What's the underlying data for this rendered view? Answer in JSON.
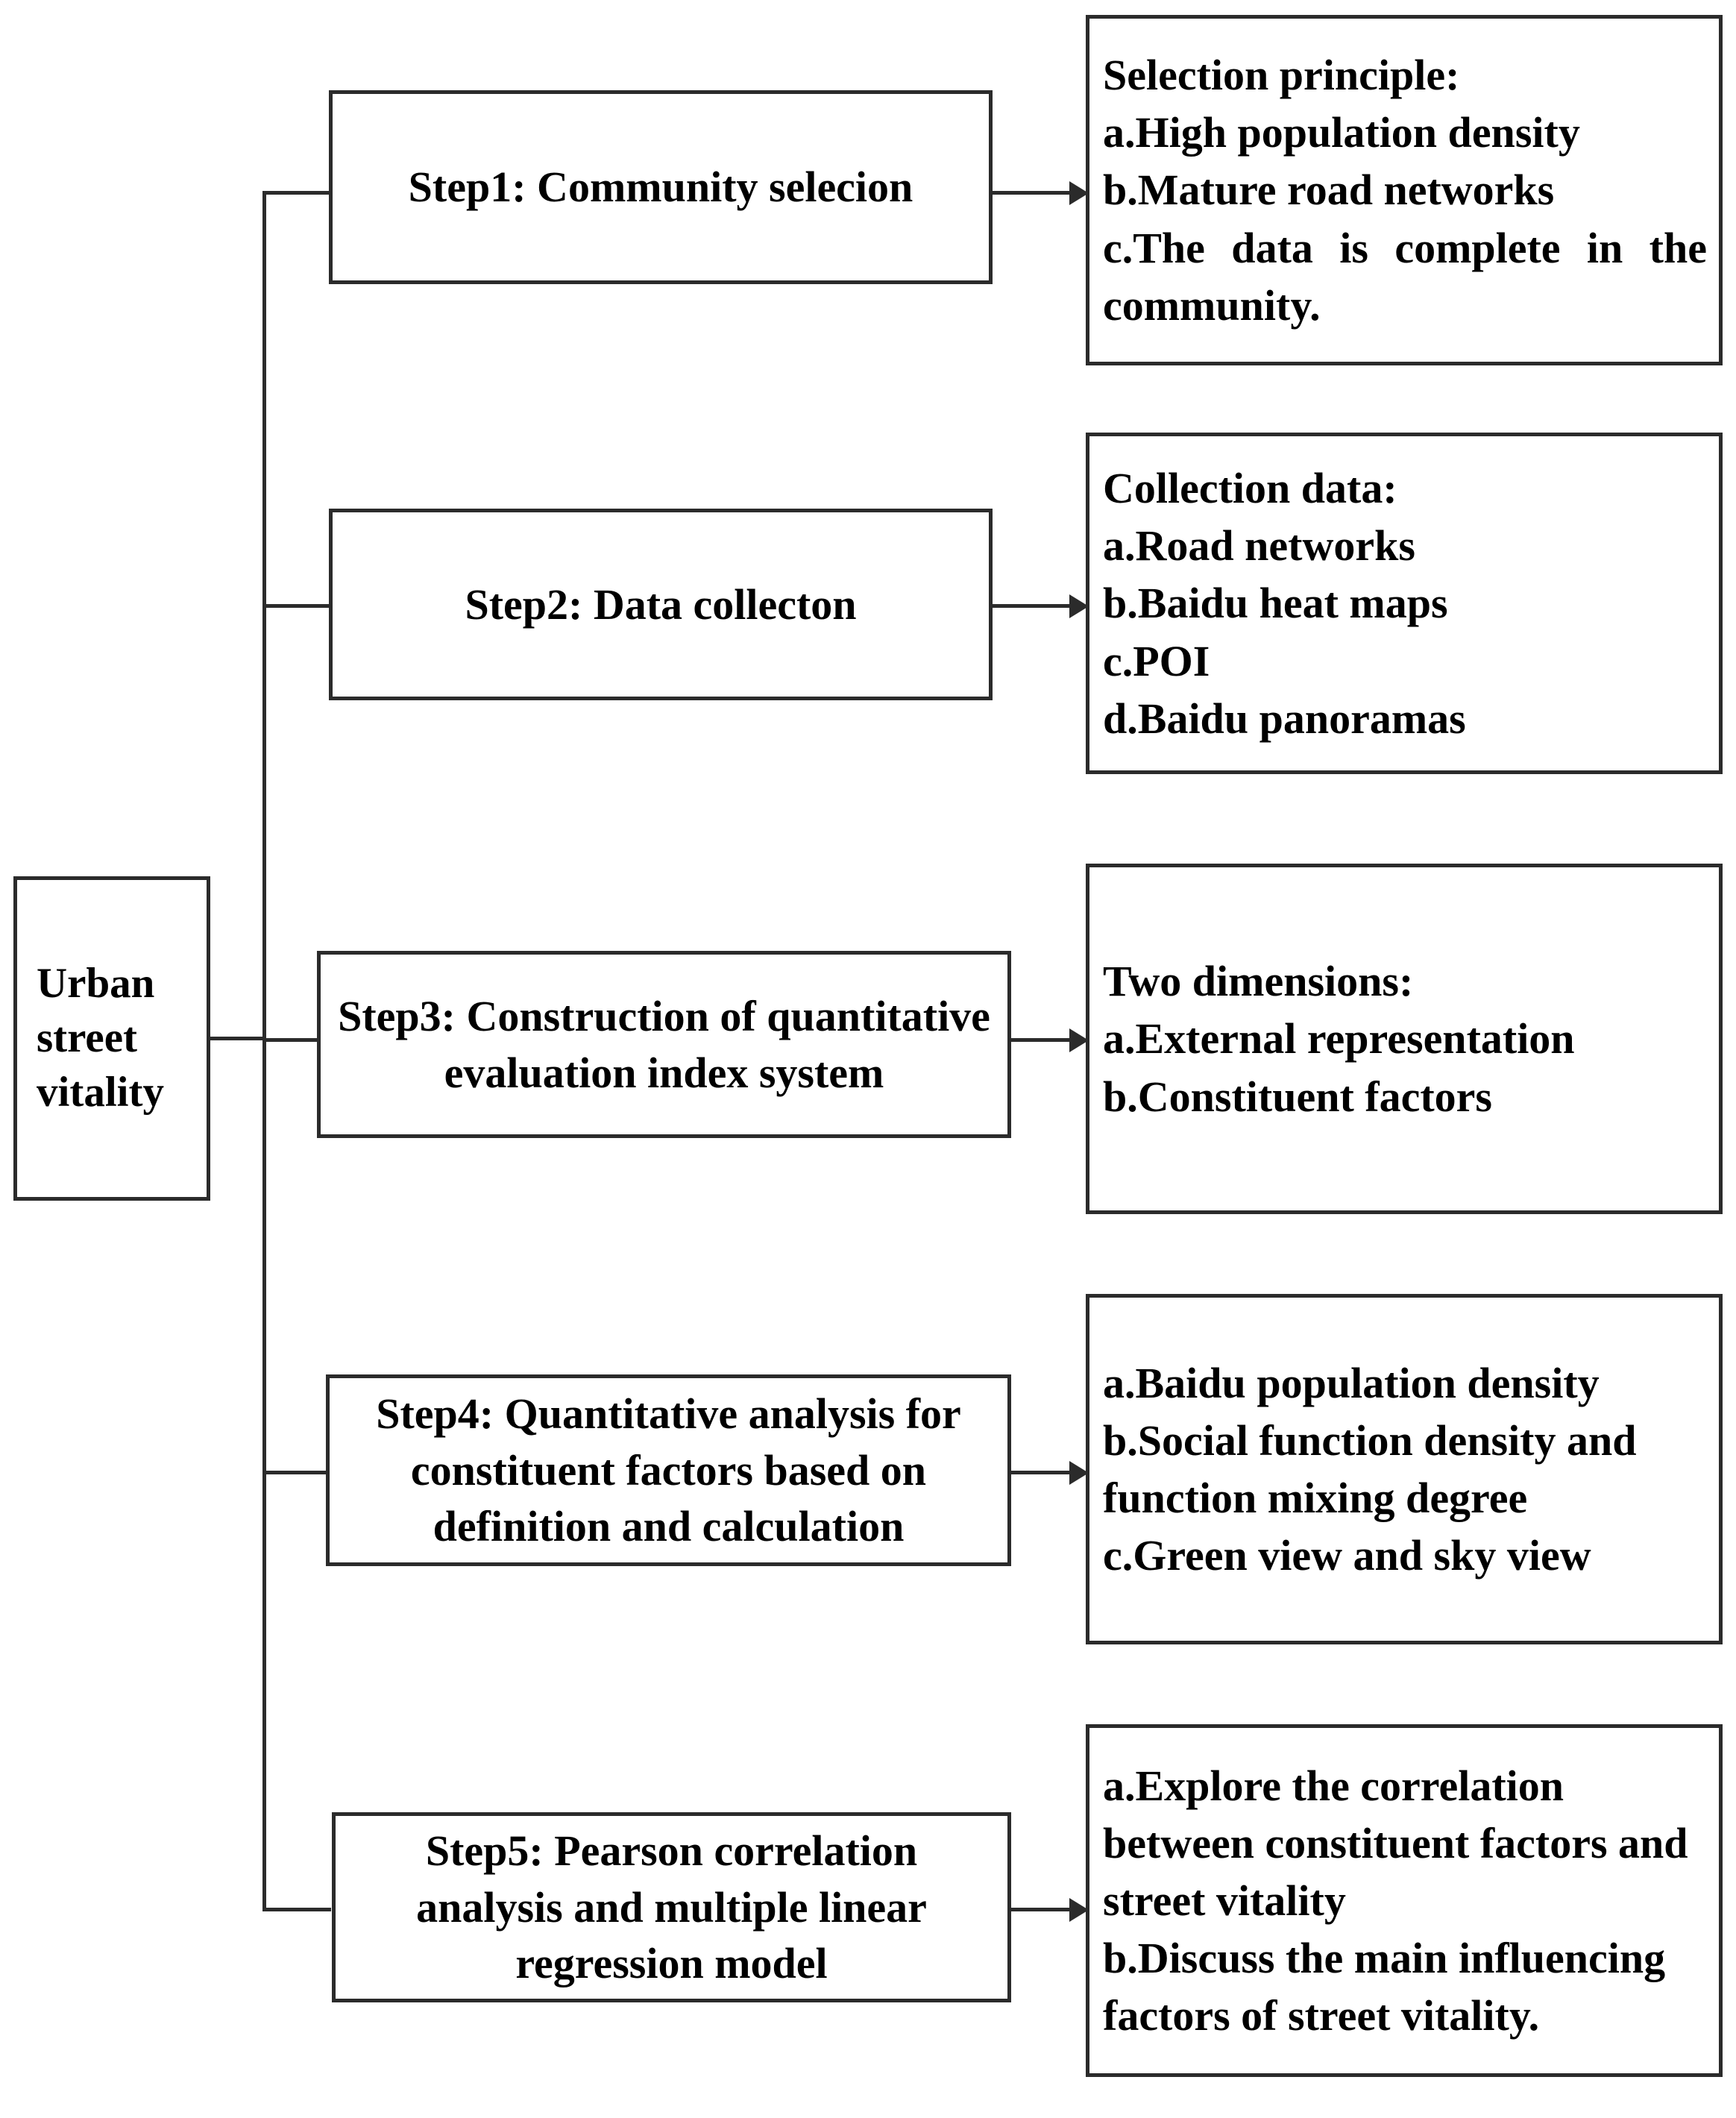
{
  "diagram": {
    "root": {
      "label": "Urban\nstreet\nvitality"
    },
    "steps": [
      {
        "id": "step1",
        "label": "Step1: Community selecion",
        "detail": "Selection principle:\na.High population density\nb.Mature road networks\nc.The data is complete in the community."
      },
      {
        "id": "step2",
        "label": "Step2: Data collecton",
        "detail": "Collection data:\na.Road networks\nb.Baidu heat maps\nc.POI\nd.Baidu panoramas"
      },
      {
        "id": "step3",
        "label": "Step3: Construction of quantitative evaluation index system",
        "detail": "Two dimensions:\na.External representation\nb.Constituent factors"
      },
      {
        "id": "step4",
        "label": "Step4: Quantitative analysis for constituent factors based on definition and calculation",
        "detail": "a.Baidu population density\nb.Social function density and function mixing degree\nc.Green view and sky view"
      },
      {
        "id": "step5",
        "label": "Step5: Pearson correlation analysis and multiple linear regression model",
        "detail": "a.Explore the correlation between constituent factors and street vitality\nb.Discuss the main influencing factors of street vitality."
      }
    ],
    "colors": {
      "stroke": "#2b2b2b",
      "text": "#000000",
      "background": "#ffffff"
    }
  }
}
